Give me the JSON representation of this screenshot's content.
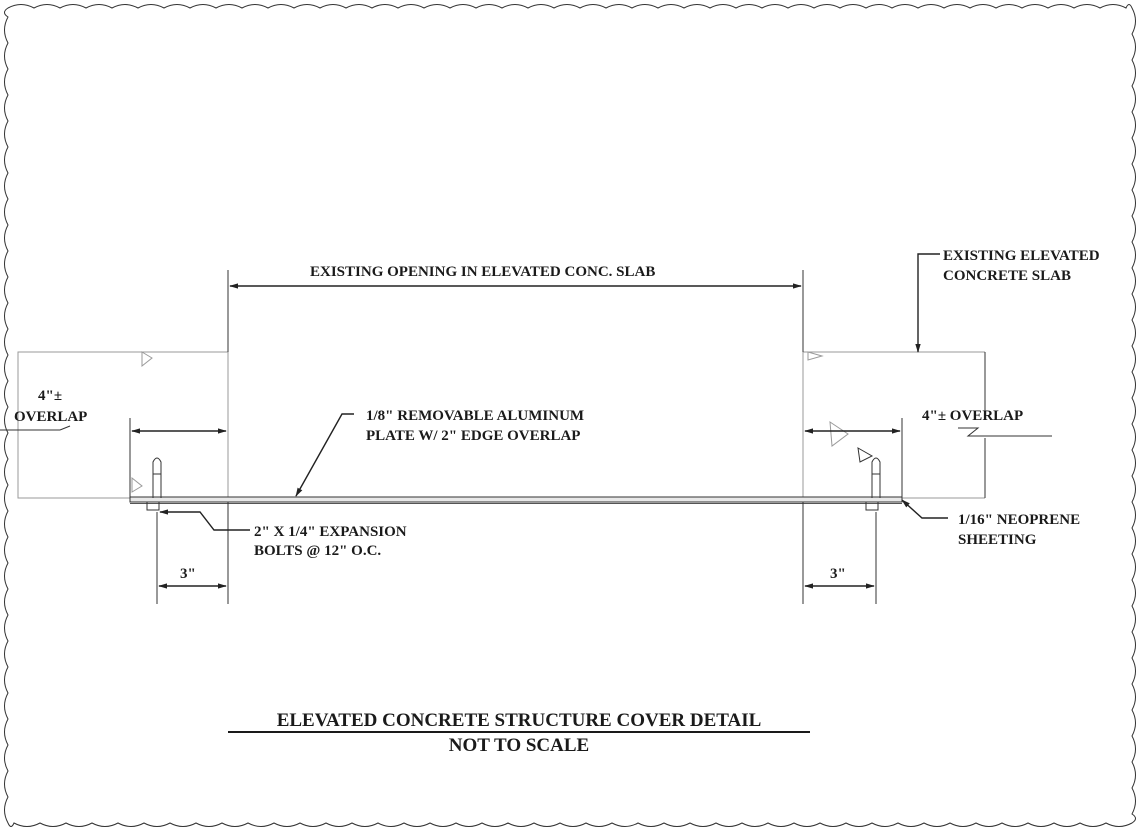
{
  "labels": {
    "opening": "EXISTING OPENING IN ELEVATED CONC. SLAB",
    "slab_line1": "EXISTING ELEVATED",
    "slab_line2": "CONCRETE SLAB",
    "plate_line1": "1/8\" REMOVABLE ALUMINUM",
    "plate_line2": "PLATE W/ 2\" EDGE OVERLAP",
    "bolts_line1": "2\" X 1/4\" EXPANSION",
    "bolts_line2": "BOLTS @ 12\" O.C.",
    "neoprene_line1": "1/16\" NEOPRENE",
    "neoprene_line2": "SHEETING",
    "overlap_left_line1": "4\"±",
    "overlap_left_line2": "OVERLAP",
    "overlap_right": "4\"± OVERLAP",
    "dim_left": "3\"",
    "dim_right": "3\""
  },
  "title": {
    "main": "ELEVATED CONCRETE STRUCTURE COVER DETAIL",
    "sub": "NOT TO SCALE"
  }
}
